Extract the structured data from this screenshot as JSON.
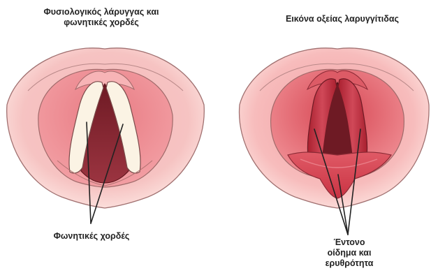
{
  "left_panel": {
    "title_line1": "Φυσιολογικός λάρυγγας και",
    "title_line2": "φωνητικές χορδές",
    "callout": "Φωνητικές χορδές"
  },
  "right_panel": {
    "title": "Εικόνα οξείας λαρυγγίτιδας",
    "callout_line1": "Έντονο",
    "callout_line2": "οίδημα και",
    "callout_line3": "ερυθρότητα"
  },
  "colors": {
    "skin_outline": "#a07070",
    "mouth_pink": "#f2a3a6",
    "mouth_inner": "#e27c83",
    "airway_dark": "#8a2530",
    "vocal_cord_normal": "#fbf3e4",
    "vocal_cord_inflamed": "#c53546",
    "swollen_tissue": "#d9404e",
    "leader_line": "#222222"
  }
}
